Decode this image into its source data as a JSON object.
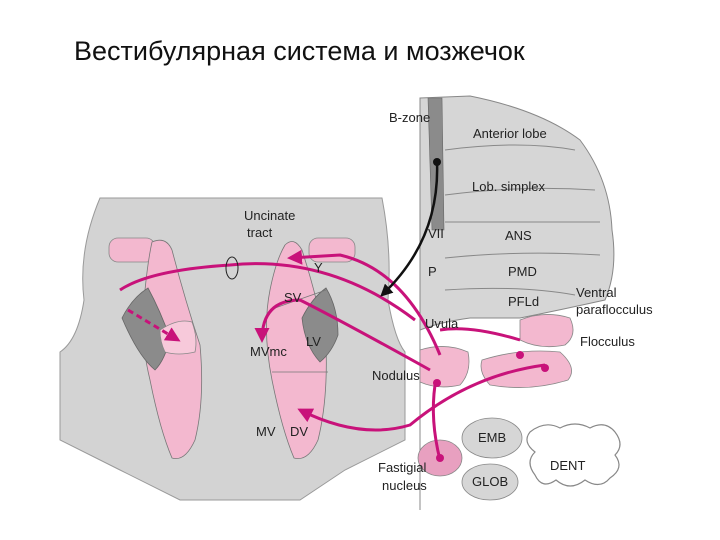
{
  "title": "Вестибулярная система и мозжечок",
  "labels": {
    "b_zone": "B-zone",
    "anterior_lobe": "Anterior lobe",
    "lob_simplex": "Lob. simplex",
    "vii": "VII",
    "ans": "ANS",
    "p": "P",
    "pmd": "PMD",
    "pfld": "PFLd",
    "uvula": "Uvula",
    "ventral": "Ventral",
    "paraflocculus": "paraflocculus",
    "flocculus": "Flocculus",
    "nodulus": "Nodulus",
    "uncinate": "Uncinate",
    "tract": "tract",
    "y": "Y",
    "sv": "SV",
    "mvmc": "MVmc",
    "lv": "LV",
    "mv": "MV",
    "dv": "DV",
    "emb": "EMB",
    "dent": "DENT",
    "glob": "GLOB",
    "fastigial": "Fastigial",
    "nucleus": "nucleus"
  },
  "colors": {
    "pathway": "#c8127a",
    "nucleus_pink": "#f3b8cf",
    "nucleus_dark": "#8b8b8b",
    "brainstem": "#d3d3d3",
    "cerebellum": "#d6d6d6"
  }
}
